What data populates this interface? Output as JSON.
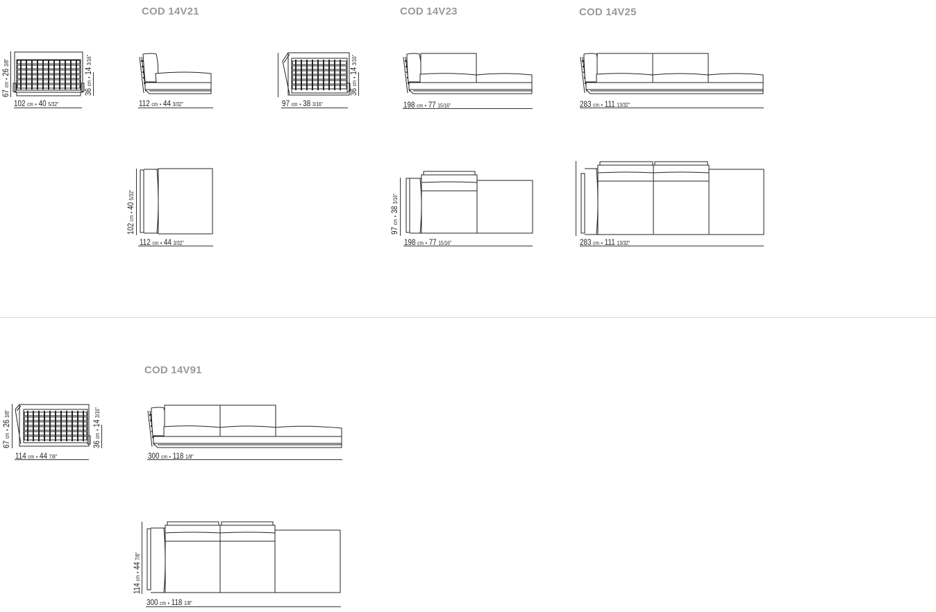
{
  "sections": [
    {
      "row": 1,
      "modules": [
        {
          "code": "COD 14V21",
          "front_view": {
            "width_cm": "102",
            "width_in": "40",
            "width_frac": "5/32\"",
            "height_cm": "67",
            "height_in": "26",
            "height_frac": "3/8\"",
            "seat_cm": "36",
            "seat_in": "14",
            "seat_frac": "3/16\""
          },
          "side_view": {
            "depth_cm": "112",
            "depth_in": "44",
            "depth_frac": "3/32\""
          },
          "top_view": {
            "width_cm": "112",
            "width_in": "44",
            "width_frac": "3/32\"",
            "depth_cm": "102",
            "depth_in": "40",
            "depth_frac": "5/32\""
          }
        },
        {
          "code": "COD 14V23",
          "front_view": {
            "width_cm": "97",
            "width_in": "38",
            "width_frac": "3/16\"",
            "seat_cm": "36",
            "seat_in": "14",
            "seat_frac": "3/16\""
          },
          "side_view": {
            "depth_cm": "198",
            "depth_in": "77",
            "depth_frac": "15/16\""
          },
          "top_view": {
            "width_cm": "198",
            "width_in": "77",
            "width_frac": "15/16\"",
            "depth_cm": "97",
            "depth_in": "38",
            "depth_frac": "3/16\""
          }
        },
        {
          "code": "COD 14V25",
          "side_view": {
            "depth_cm": "283",
            "depth_in": "111",
            "depth_frac": "13/32\""
          },
          "top_view": {
            "width_cm": "283",
            "width_in": "111",
            "width_frac": "13/32\""
          }
        }
      ]
    },
    {
      "row": 2,
      "modules": [
        {
          "code": "COD 14V91",
          "front_view": {
            "width_cm": "114",
            "width_in": "44",
            "width_frac": "7/8\"",
            "height_cm": "67",
            "height_in": "26",
            "height_frac": "3/8\"",
            "seat_cm": "36",
            "seat_in": "14",
            "seat_frac": "3/16\""
          },
          "side_view": {
            "depth_cm": "300",
            "depth_in": "118",
            "depth_frac": "1/8\""
          },
          "top_view": {
            "width_cm": "300",
            "width_in": "118",
            "width_frac": "1/8\"",
            "depth_cm": "114",
            "depth_in": "44",
            "depth_frac": "7/8\""
          }
        }
      ]
    }
  ],
  "units": {
    "cm": "cm",
    "sep": "•"
  },
  "colors": {
    "title": "#9a9a9a",
    "line": "#222222",
    "divider": "#d8d8d8"
  }
}
